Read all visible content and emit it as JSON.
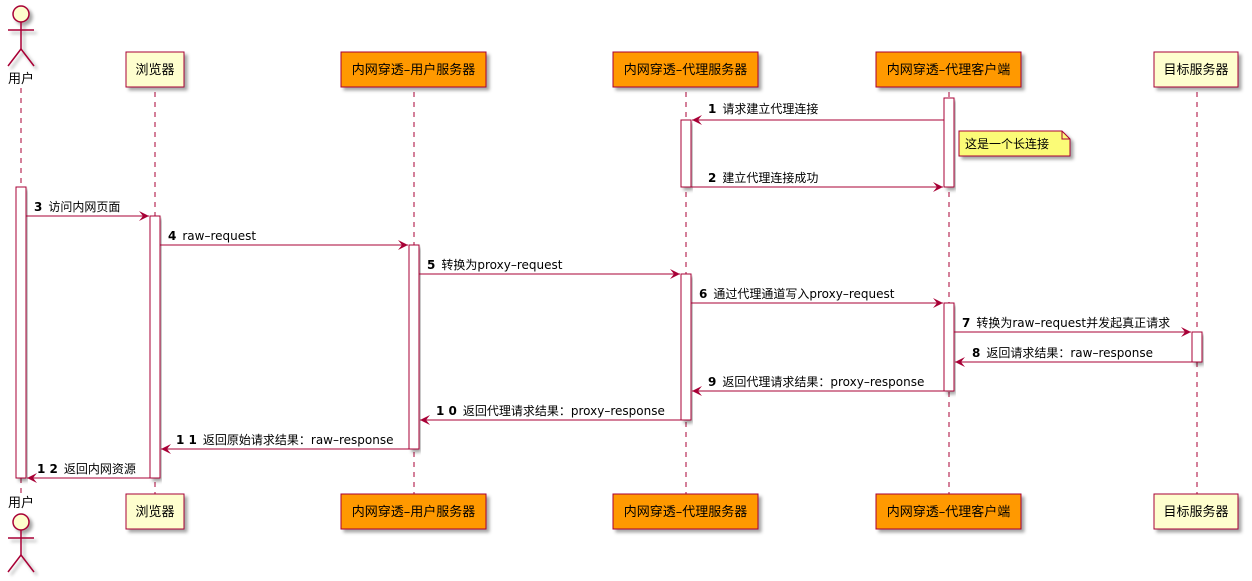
{
  "colors": {
    "actor_fill": "#FEFECE",
    "actor_stroke": "#A80036",
    "participant_fill_default": "#FEFECE",
    "participant_fill_highlight": "#FF9900",
    "arrow": "#A80036",
    "lifeline": "#A80036",
    "note_fill": "#FBFB77"
  },
  "actor": {
    "name": "用户"
  },
  "participants": [
    {
      "id": "browser",
      "name": "浏览器",
      "fill": "#FEFECE"
    },
    {
      "id": "userSrv",
      "name": "内网穿透–用户服务器",
      "fill": "#FF9900"
    },
    {
      "id": "proxySrv",
      "name": "内网穿透–代理服务器",
      "fill": "#FF9900"
    },
    {
      "id": "proxyCli",
      "name": "内网穿透–代理客户端",
      "fill": "#FF9900"
    },
    {
      "id": "target",
      "name": "目标服务器",
      "fill": "#FEFECE"
    }
  ],
  "note": {
    "text": "这是一个长连接"
  },
  "messages": [
    {
      "num": "1",
      "text": "请求建立代理连接"
    },
    {
      "num": "2",
      "text": "建立代理连接成功"
    },
    {
      "num": "3",
      "text": "访问内网页面"
    },
    {
      "num": "4",
      "text": "raw–request"
    },
    {
      "num": "5",
      "text": "转换为proxy–request"
    },
    {
      "num": "6",
      "text": "通过代理通道写入proxy–request"
    },
    {
      "num": "7",
      "text": "转换为raw–request并发起真正请求"
    },
    {
      "num": "8",
      "text": "返回请求结果：raw–response"
    },
    {
      "num": "9",
      "text": "返回代理请求结果：proxy–response"
    },
    {
      "num": "1 0",
      "text": "返回代理请求结果：proxy–response"
    },
    {
      "num": "1 1",
      "text": "返回原始请求结果：raw–response"
    },
    {
      "num": "1 2",
      "text": "返回内网资源"
    }
  ]
}
